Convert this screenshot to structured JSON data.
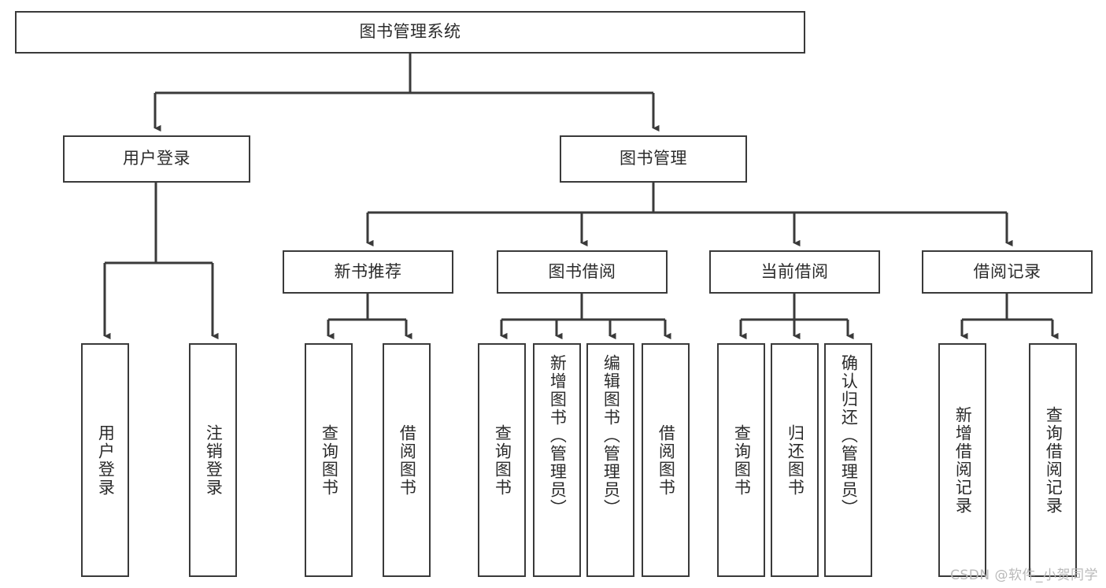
{
  "diagram": {
    "type": "hierarchy-tree",
    "title": "图书管理系统",
    "edge_color": "#3a3a3a",
    "node_border_color": "#3a3a3a",
    "node_fill_color": "#ffffff",
    "text_color": "#2b2b2b"
  },
  "nodes": {
    "root": {
      "label": "图书管理系统"
    },
    "level2": [
      {
        "label": "用户登录"
      },
      {
        "label": "图书管理"
      }
    ],
    "level3": [
      {
        "label": "新书推荐"
      },
      {
        "label": "图书借阅"
      },
      {
        "label": "当前借阅"
      },
      {
        "label": "借阅记录"
      }
    ],
    "leaves_user_login": [
      {
        "label": "用户登录"
      },
      {
        "label": "注销登录"
      }
    ],
    "leaves_new_book": [
      {
        "label": "查询图书"
      },
      {
        "label": "借阅图书"
      }
    ],
    "leaves_borrow": [
      {
        "label": "查询图书"
      },
      {
        "label": "新增图书（管理员）"
      },
      {
        "label": "编辑图书（管理员）"
      },
      {
        "label": "借阅图书"
      }
    ],
    "leaves_current": [
      {
        "label": "查询图书"
      },
      {
        "label": "归还图书"
      },
      {
        "label": "确认归还（管理员）"
      }
    ],
    "leaves_records": [
      {
        "label": "新增借阅记录"
      },
      {
        "label": "查询借阅记录"
      }
    ]
  },
  "watermark": {
    "text": "CSDN @软件_小贺同学"
  }
}
